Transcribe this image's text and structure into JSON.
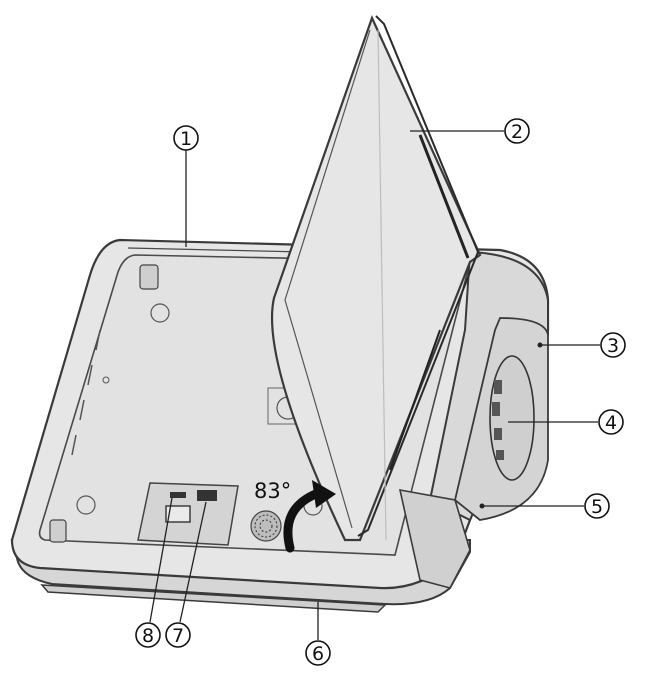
{
  "callouts": [
    {
      "id": 1,
      "label": "1"
    },
    {
      "id": 2,
      "label": "2"
    },
    {
      "id": 3,
      "label": "3"
    },
    {
      "id": 4,
      "label": "4"
    },
    {
      "id": 5,
      "label": "5"
    },
    {
      "id": 6,
      "label": "6"
    },
    {
      "id": 7,
      "label": "7"
    },
    {
      "id": 8,
      "label": "8"
    }
  ],
  "hinge_angle": "83°",
  "colors": {
    "outline": "#3a3a3a",
    "base_fill": "#dedede",
    "base_top": "#e8e8e8",
    "screen_fill": "#e4e4e4",
    "dark_edge": "#222222"
  }
}
